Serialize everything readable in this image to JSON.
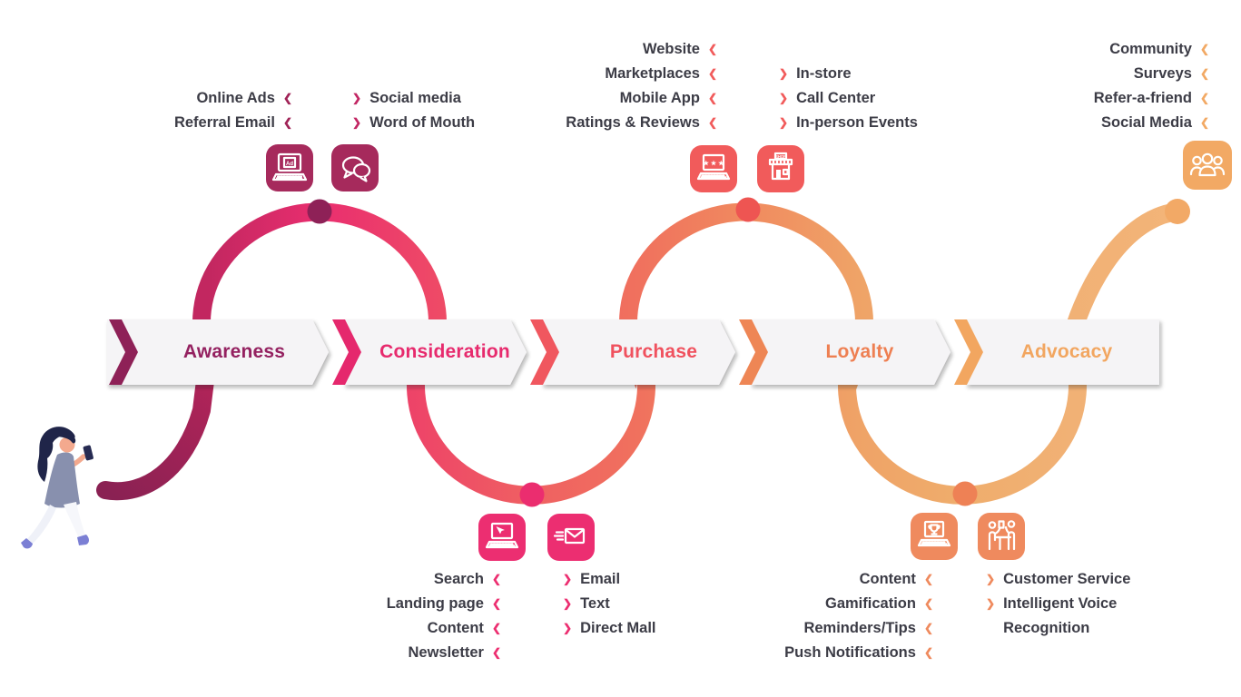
{
  "background": "#FFFFFF",
  "banner_color": "#F5F4F6",
  "text_color": "#3C3C46",
  "stages": {
    "awareness": {
      "label": "Awareness",
      "color": "#942160",
      "dot_color": "#8E2157"
    },
    "consideration": {
      "label": "Consideration",
      "color": "#E72A6D",
      "dot_color": "#EB2D6F"
    },
    "purchase": {
      "label": "Purchase",
      "color": "#F0515E",
      "dot_color": "#EE5552"
    },
    "loyalty": {
      "label": "Loyalty",
      "color": "#EE7F52",
      "dot_color": "#EE8155"
    },
    "advocacy": {
      "label": "Advocacy",
      "color": "#F2A660",
      "dot_color": "#F2A966"
    }
  },
  "channel_groups": {
    "awareness_top": {
      "stage": "awareness",
      "chevron_side": "right",
      "chevron_color": "#A02357",
      "items": [
        "Online Ads",
        "Referral Email"
      ]
    },
    "consideration_top": {
      "stage": "consideration",
      "chevron_side": "left",
      "chevron_color": "#C22663",
      "items": [
        "Social media",
        "Word of Mouth"
      ]
    },
    "purchase_top": {
      "stage": "purchase",
      "chevron_side": "right",
      "chevron_color": "#F15B5B",
      "items": [
        "Website",
        "Marketplaces",
        "Mobile App",
        "Ratings & Reviews"
      ]
    },
    "loyalty_top": {
      "stage": "loyalty",
      "chevron_side": "left",
      "chevron_color": "#F15B5B",
      "items": [
        "In-store",
        "Call Center",
        "In-person Events"
      ]
    },
    "advocacy_top": {
      "stage": "advocacy",
      "chevron_side": "right",
      "chevron_color": "#F2A964",
      "items": [
        "Community",
        "Surveys",
        "Refer-a-friend",
        "Social Media"
      ]
    },
    "consideration_bottom": {
      "stage": "consideration",
      "chevron_side": "right",
      "chevron_color": "#EC2E70",
      "items": [
        "Search",
        "Landing page",
        "Content",
        "Newsletter"
      ]
    },
    "purchase_bottom": {
      "stage": "purchase",
      "chevron_side": "left",
      "chevron_color": "#EC2E70",
      "items": [
        "Email",
        "Text",
        "Direct Mall"
      ]
    },
    "loyalty_bottom": {
      "stage": "loyalty",
      "chevron_side": "right",
      "chevron_color": "#EF8A5E",
      "items": [
        "Content",
        "Gamification",
        "Reminders/Tips",
        "Push Notifications"
      ]
    },
    "advocacy_bottom": {
      "stage": "advocacy",
      "chevron_side": "left",
      "chevron_color": "#EF8A5E",
      "items": [
        "Customer Service",
        "Intelligent Voice Recognition"
      ]
    }
  },
  "icon_tiles": {
    "awareness": {
      "color": "#A62A5C",
      "icons": [
        "online-ad-laptop",
        "chat-bubbles"
      ]
    },
    "consideration": {
      "color": "#EC2E71",
      "icons": [
        "laptop-cursor",
        "express-email"
      ]
    },
    "purchase": {
      "color": "#F15B5B",
      "icons": [
        "laptop-reviews",
        "shop-storefront"
      ]
    },
    "loyalty": {
      "color": "#EF8A5E",
      "icons": [
        "laptop-trophy",
        "service-desk"
      ]
    },
    "advocacy": {
      "color": "#F2A964",
      "icons": [
        "people-community"
      ]
    }
  },
  "icon_text": {
    "ad": "Ad",
    "shop": "SHOP",
    "stars": "★ ★ ★"
  },
  "glyphs": {
    "chevron_left": "❮",
    "chevron_right": "❯"
  },
  "path_gradient": [
    "#8A2153",
    "#C22760",
    "#E92E6F",
    "#EE4867",
    "#EF6062",
    "#F0715E",
    "#F08A5F",
    "#EFA367",
    "#EFAD6C",
    "#F1B175",
    "#F3B478"
  ]
}
